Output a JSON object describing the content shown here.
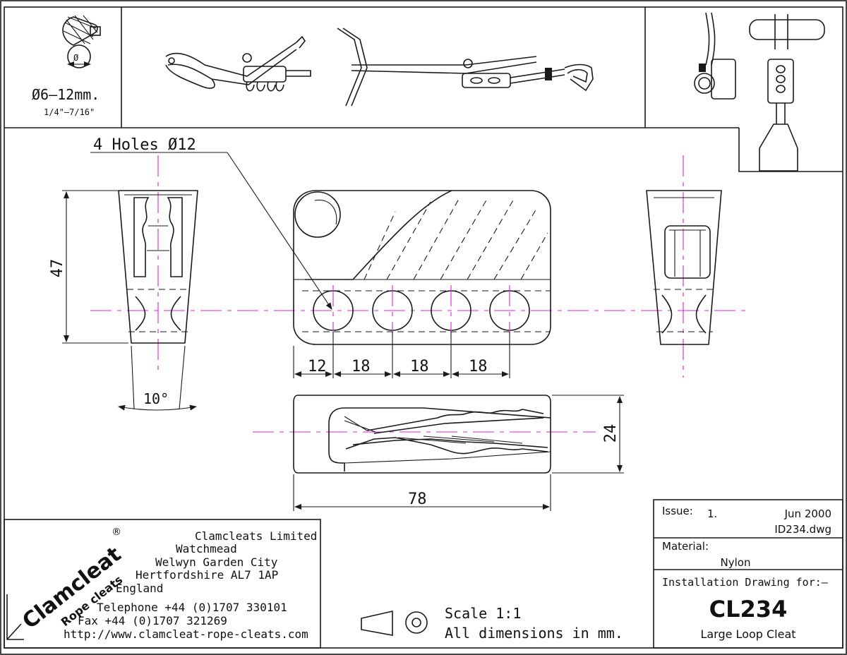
{
  "rope_size": {
    "metric": "Ø6–12mm.",
    "imperial": "1/4\"–7/16\"",
    "diameter_symbol": "Ø"
  },
  "holes_callout": "4 Holes Ø12",
  "dimensions": {
    "height": "47",
    "angle": "10°",
    "spacing": [
      "12",
      "18",
      "18",
      "18"
    ],
    "width": "24",
    "length": "78"
  },
  "company": {
    "brand": "Clamcleat",
    "registered": "®",
    "subbrand": "Rope cleats",
    "name": "Clamcleats Limited",
    "address": [
      "Watchmead",
      "Welwyn Garden City",
      "Hertfordshire AL7 1AP",
      "England"
    ],
    "telephone": "Telephone +44 (0)1707 330101",
    "fax": "Fax +44 (0)1707 321269",
    "url": "http://www.clamcleat-rope-cleats.com"
  },
  "scale": {
    "line1": "Scale 1:1",
    "line2": "All dimensions in mm."
  },
  "title_block": {
    "issue_label": "Issue:",
    "issue_value": "1.",
    "date": "Jun 2000",
    "file": "ID234.dwg",
    "material_label": "Material:",
    "material_value": "Nylon",
    "install_label": "Installation Drawing for:–",
    "product_code": "CL234",
    "product_name": "Large Loop Cleat"
  },
  "colors": {
    "ink": "#1a1a1a",
    "centerline": "#e020e0"
  }
}
